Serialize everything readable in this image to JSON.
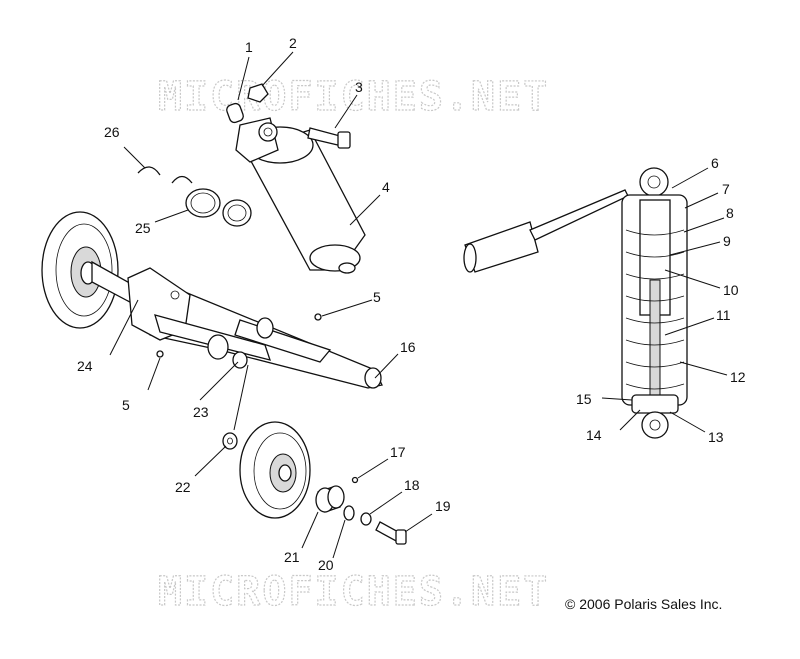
{
  "watermark": "MICROFICHES.NET",
  "copyright": "© 2006 Polaris Sales Inc.",
  "callouts": [
    "1",
    "2",
    "3",
    "4",
    "5",
    "6",
    "7",
    "8",
    "9",
    "10",
    "11",
    "12",
    "13",
    "14",
    "15",
    "16",
    "17",
    "18",
    "19",
    "20",
    "21",
    "22",
    "23",
    "24",
    "25",
    "26",
    "5"
  ]
}
